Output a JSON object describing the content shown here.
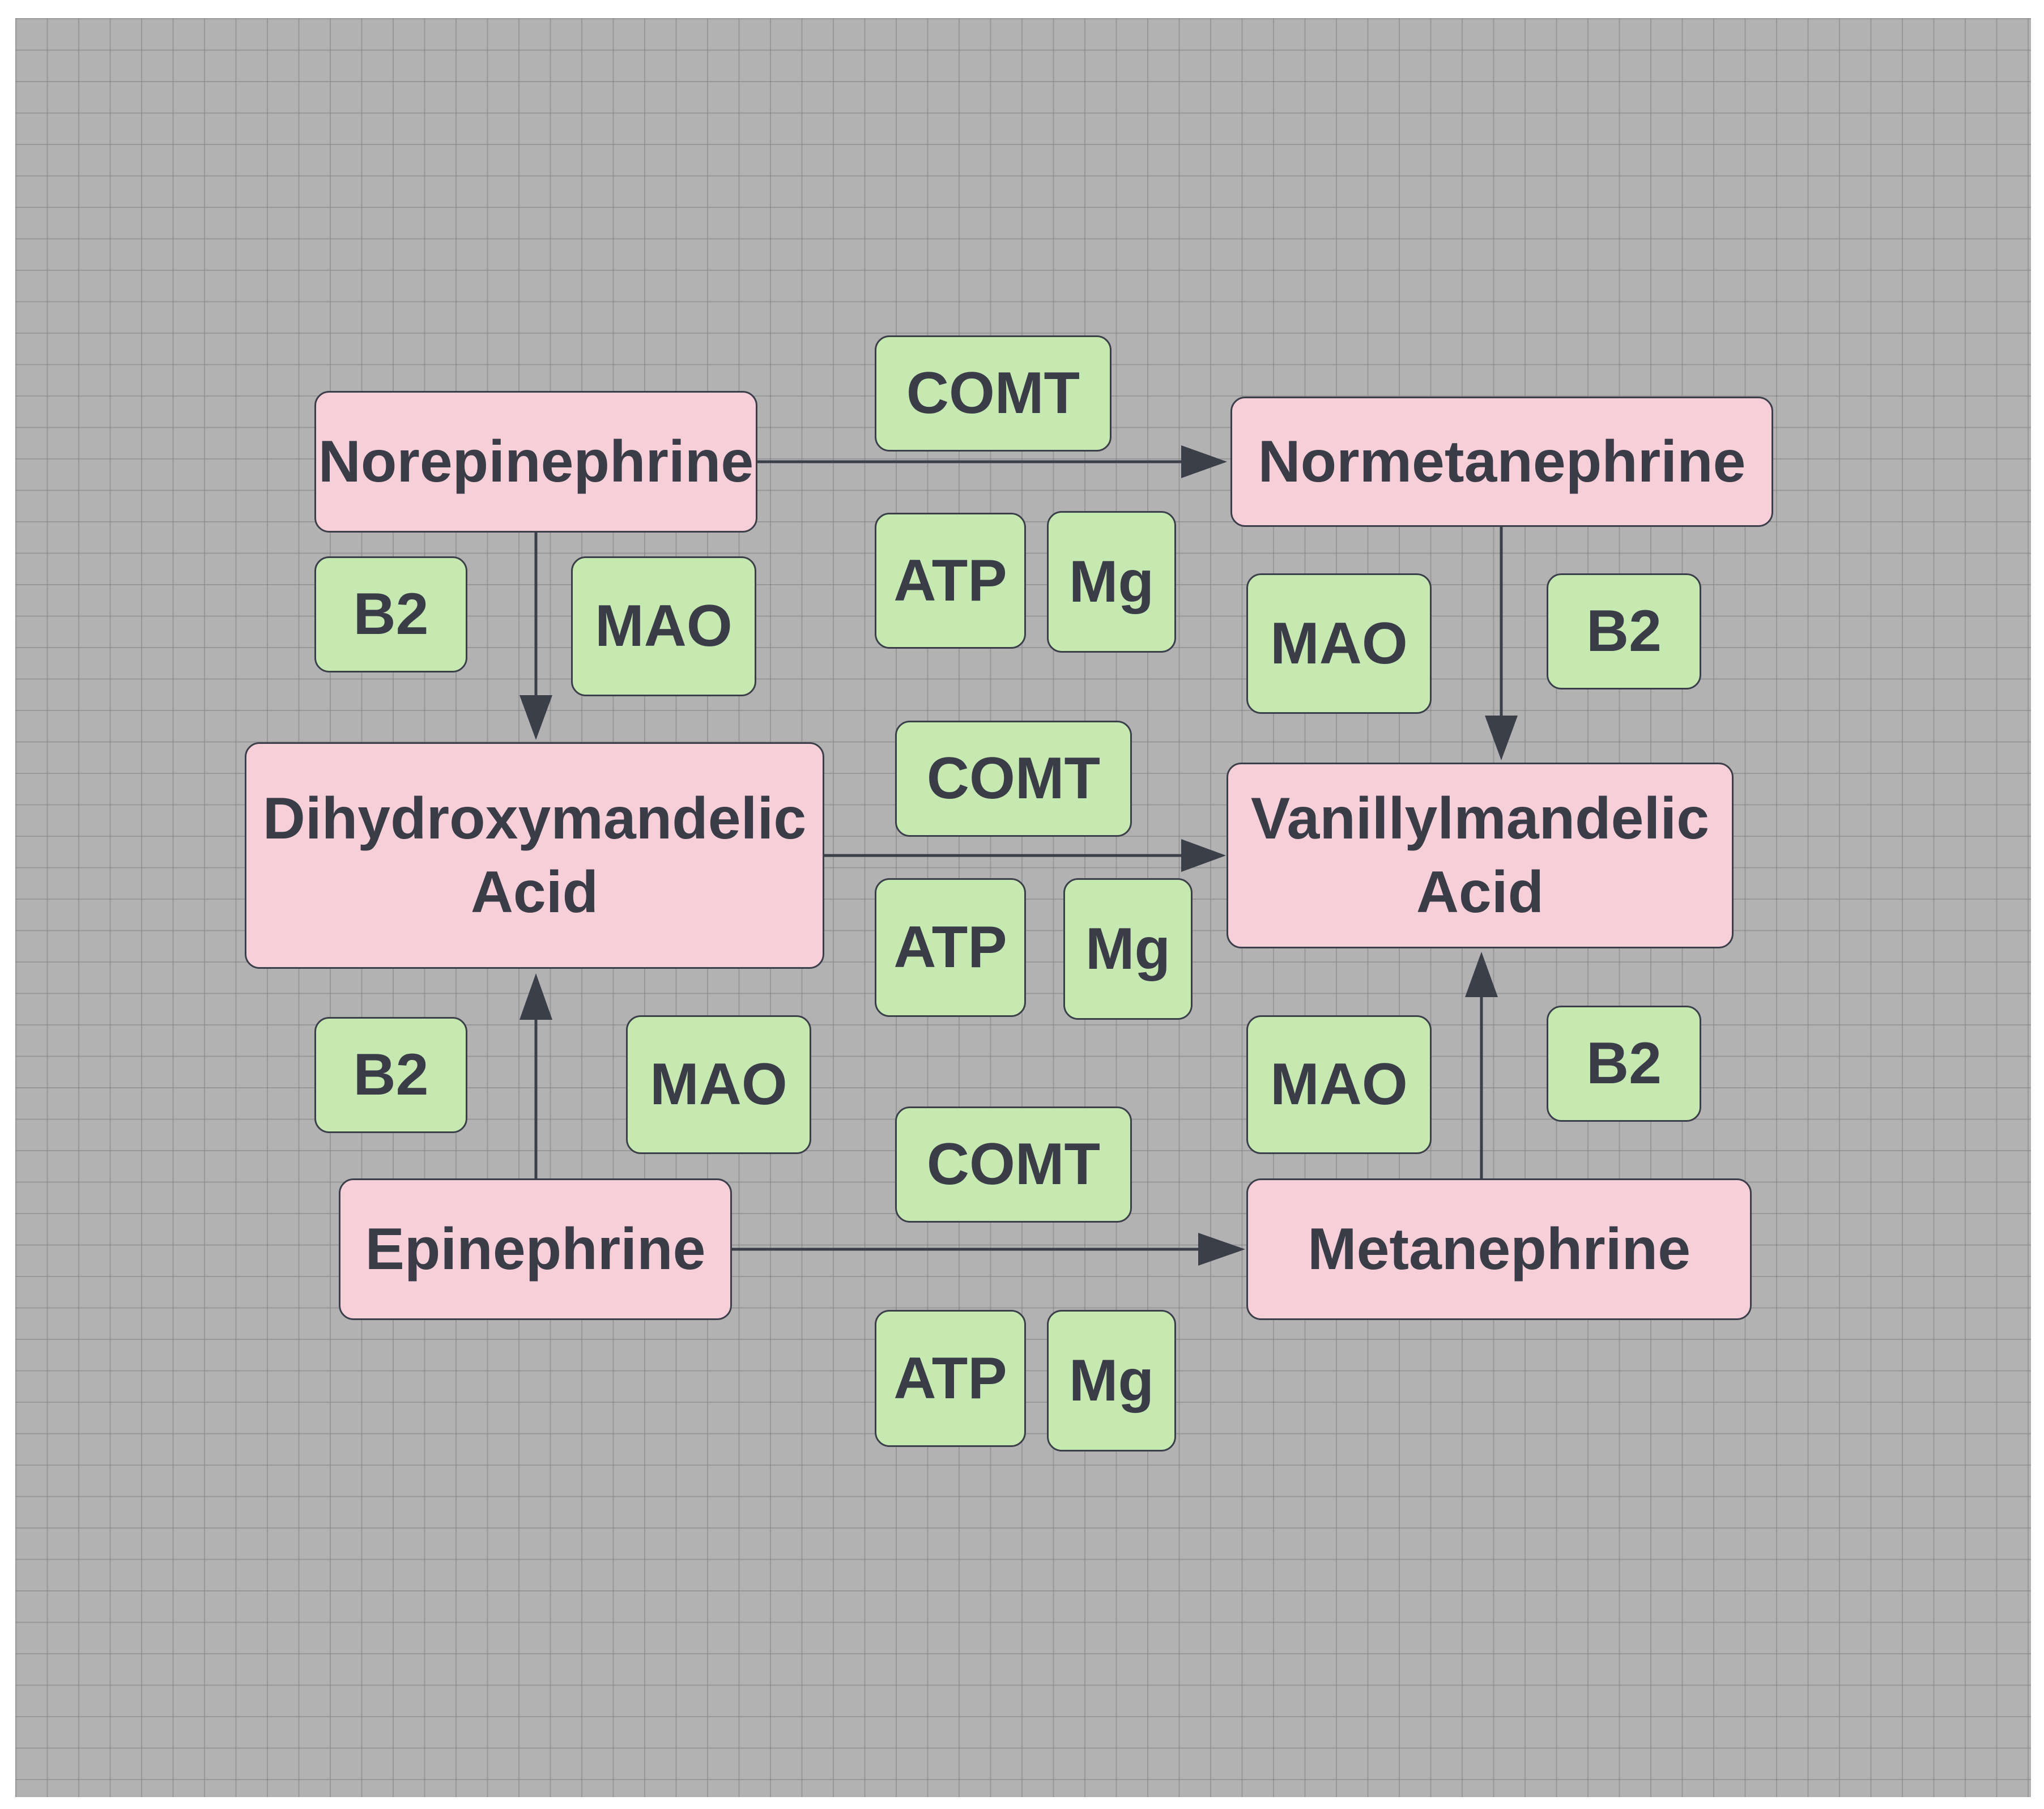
{
  "colors": {
    "canvas_background": "#b2b2b2",
    "grid_line": "#8a8a8a",
    "metabolite_fill": "#f7cfd9",
    "cofactor_fill": "#c6e8b1",
    "border_and_arrow": "#3b3f4a",
    "text": "#3a3c47"
  },
  "metabolites": {
    "norepinephrine": "Norepinephrine",
    "normetanephrine": "Normetanephrine",
    "dhma_line1": "Dihydroxymandelic",
    "dhma_line2": "Acid",
    "vma_line1": "Vanillylmandelic",
    "vma_line2": "Acid",
    "epinephrine": "Epinephrine",
    "metanephrine": "Metanephrine"
  },
  "cofactors": {
    "comt_top": "COMT",
    "atp_top": "ATP",
    "mg_top": "Mg",
    "b2_left_top": "B2",
    "mao_left_top": "MAO",
    "mao_right_top": "MAO",
    "b2_right_top": "B2",
    "comt_middle": "COMT",
    "atp_middle": "ATP",
    "mg_middle": "Mg",
    "b2_left_bottom": "B2",
    "mao_left_bottom": "MAO",
    "mao_right_bottom": "MAO",
    "b2_right_bottom": "B2",
    "comt_bottom": "COMT",
    "atp_bottom": "ATP",
    "mg_bottom": "Mg"
  },
  "edges": [
    {
      "from": "Norepinephrine",
      "to": "Normetanephrine"
    },
    {
      "from": "Norepinephrine",
      "to": "Dihydroxymandelic Acid"
    },
    {
      "from": "Normetanephrine",
      "to": "Vanillylmandelic Acid"
    },
    {
      "from": "Dihydroxymandelic Acid",
      "to": "Vanillylmandelic Acid"
    },
    {
      "from": "Epinephrine",
      "to": "Dihydroxymandelic Acid"
    },
    {
      "from": "Metanephrine",
      "to": "Vanillylmandelic Acid"
    },
    {
      "from": "Epinephrine",
      "to": "Metanephrine"
    }
  ]
}
